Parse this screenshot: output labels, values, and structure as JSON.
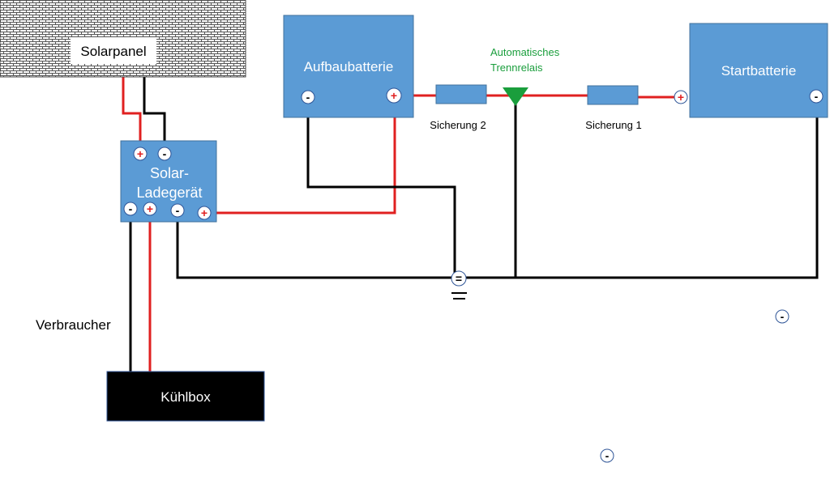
{
  "components": {
    "solarpanel": "Solarpanel",
    "laderegler_line1": "Solar-",
    "laderegler_line2": "Ladegerät",
    "aufbaubatterie": "Aufbaubatterie",
    "startbatterie": "Startbatterie",
    "kuehlbox": "Kühlbox"
  },
  "labels": {
    "relais_line1": "Automatisches",
    "relais_line2": "Trennrelais",
    "sicherung2": "Sicherung 2",
    "sicherung1": "Sicherung 1",
    "verbraucher": "Verbraucher"
  },
  "terminals": {
    "plus": "+",
    "minus": "-",
    "ground": "="
  },
  "colors": {
    "box_fill": "#5b9bd5",
    "box_stroke": "#41719c",
    "wire_positive": "#e02020",
    "wire_negative": "#000000",
    "relay": "#1a9e3c",
    "relay_text": "#1a9e3c",
    "kuehlbox_fill": "#000000"
  }
}
